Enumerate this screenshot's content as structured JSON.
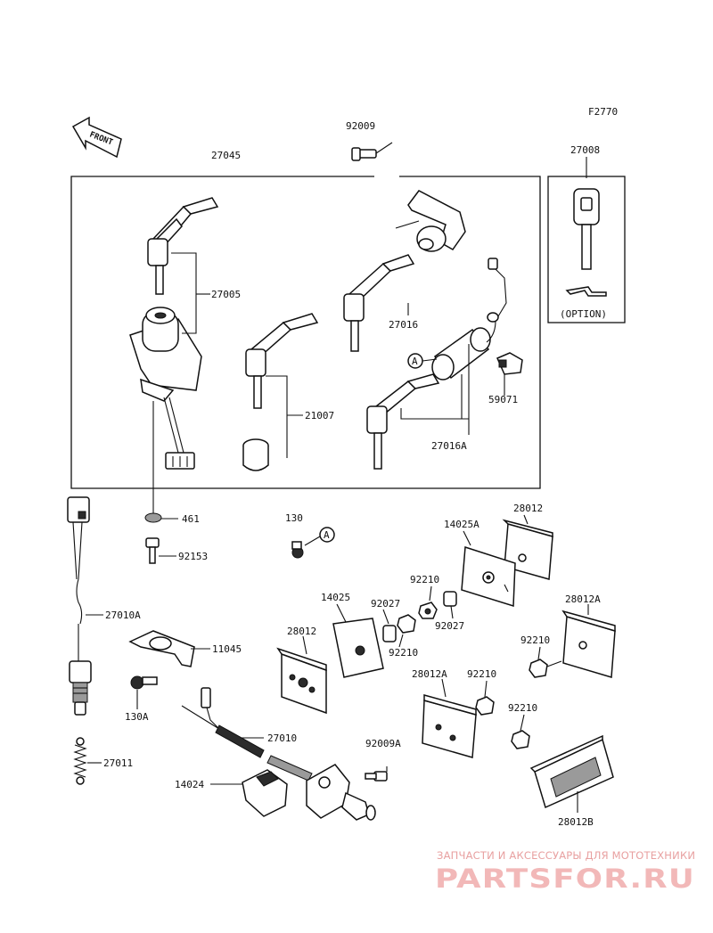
{
  "figure_code": "F2770",
  "front_marker": "FRONT",
  "option_label": "(OPTION)",
  "callouts": {
    "a1": "A",
    "a2": "A"
  },
  "part_numbers": {
    "p27045": "27045",
    "p92009": "92009",
    "p27008": "27008",
    "p27005": "27005",
    "p27016": "27016",
    "p21007": "21007",
    "p59071": "59071",
    "p27016A": "27016A",
    "p461": "461",
    "p92153": "92153",
    "p130": "130",
    "p14025A": "14025A",
    "p28012a": "28012",
    "p92210a": "92210",
    "p14025": "14025",
    "p92027a": "92027",
    "p92027b": "92027",
    "p28012b": "28012",
    "p92210b": "92210",
    "p28012A_right": "28012A",
    "p92210c": "92210",
    "p27010A": "27010A",
    "p11045": "11045",
    "p130A": "130A",
    "p28012A_mid": "28012A",
    "p92210d": "92210",
    "p92210e": "92210",
    "p27010": "27010",
    "p92009A": "92009A",
    "p27011": "27011",
    "p14024": "14024",
    "p28012B": "28012B"
  },
  "watermark": {
    "caption": "ЗАПЧАСТИ И АКСЕССУАРЫ ДЛЯ МОТОТЕХНИКИ",
    "logo": "PARTSFOR.RU"
  }
}
